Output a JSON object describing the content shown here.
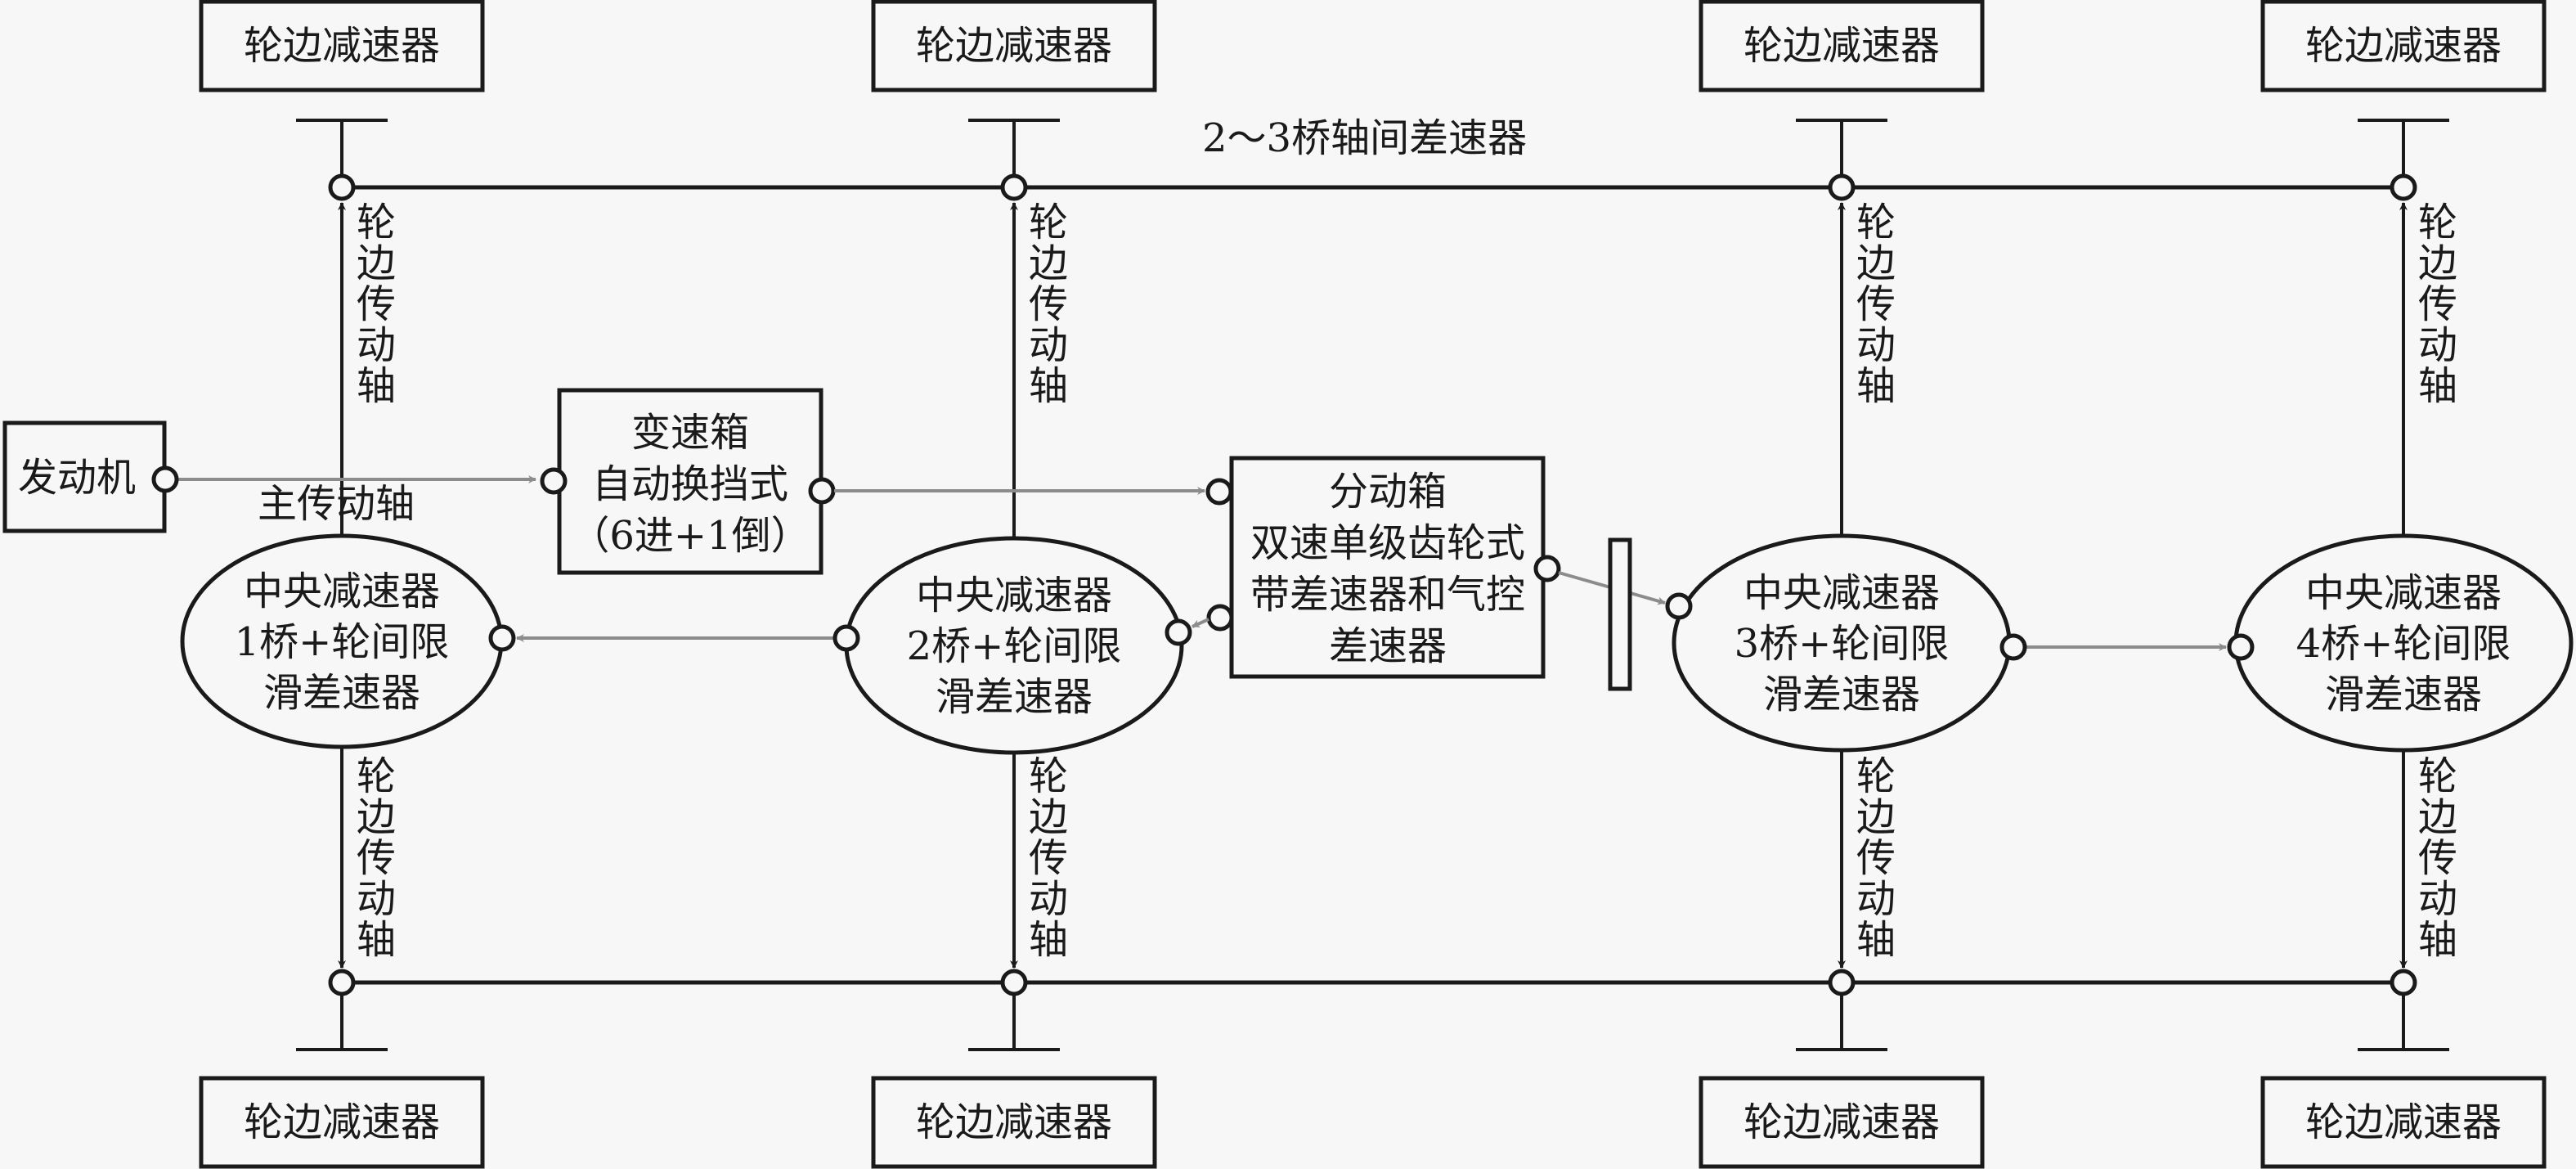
{
  "diagram": {
    "type": "drivetrain-block-diagram",
    "engine": {
      "label": "发动机"
    },
    "main_shaft": {
      "label": "主传动轴"
    },
    "gearbox": {
      "lines": [
        "变速箱",
        "自动换挡式",
        "（6进+1倒）"
      ]
    },
    "transfer_case": {
      "lines": [
        "分动箱",
        "双速单级齿轮式",
        "带差速器和气控",
        "差速器"
      ]
    },
    "inter_axle_diff": {
      "label": "2～3桥轴间差速器"
    },
    "central_reducers": [
      {
        "lines": [
          "中央减速器",
          "1桥+轮间限",
          "滑差速器"
        ]
      },
      {
        "lines": [
          "中央减速器",
          "2桥+轮间限",
          "滑差速器"
        ]
      },
      {
        "lines": [
          "中央减速器",
          "3桥+轮间限",
          "滑差速器"
        ]
      },
      {
        "lines": [
          "中央减速器",
          "4桥+轮间限",
          "滑差速器"
        ]
      }
    ],
    "hub_reducer_label": "轮边减速器",
    "hub_shaft_label": "轮边传动轴",
    "top_hub_reducers": [
      "轮边减速器",
      "轮边减速器",
      "轮边减速器",
      "轮边减速器"
    ],
    "bottom_hub_reducers": [
      "轮边减速器",
      "轮边减速器",
      "轮边减速器",
      "轮边减速器"
    ],
    "top_shaft_labels": [
      "轮边传动轴",
      "轮边传动轴",
      "轮边传动轴",
      "轮边传动轴"
    ],
    "bottom_shaft_labels": [
      "轮边传动轴",
      "轮边传动轴",
      "轮边传动轴",
      "轮边传动轴"
    ],
    "colors": {
      "line": "#1a1a1a",
      "flow_arrow": "#8c8c8c",
      "background": "#f7f7f7"
    }
  }
}
